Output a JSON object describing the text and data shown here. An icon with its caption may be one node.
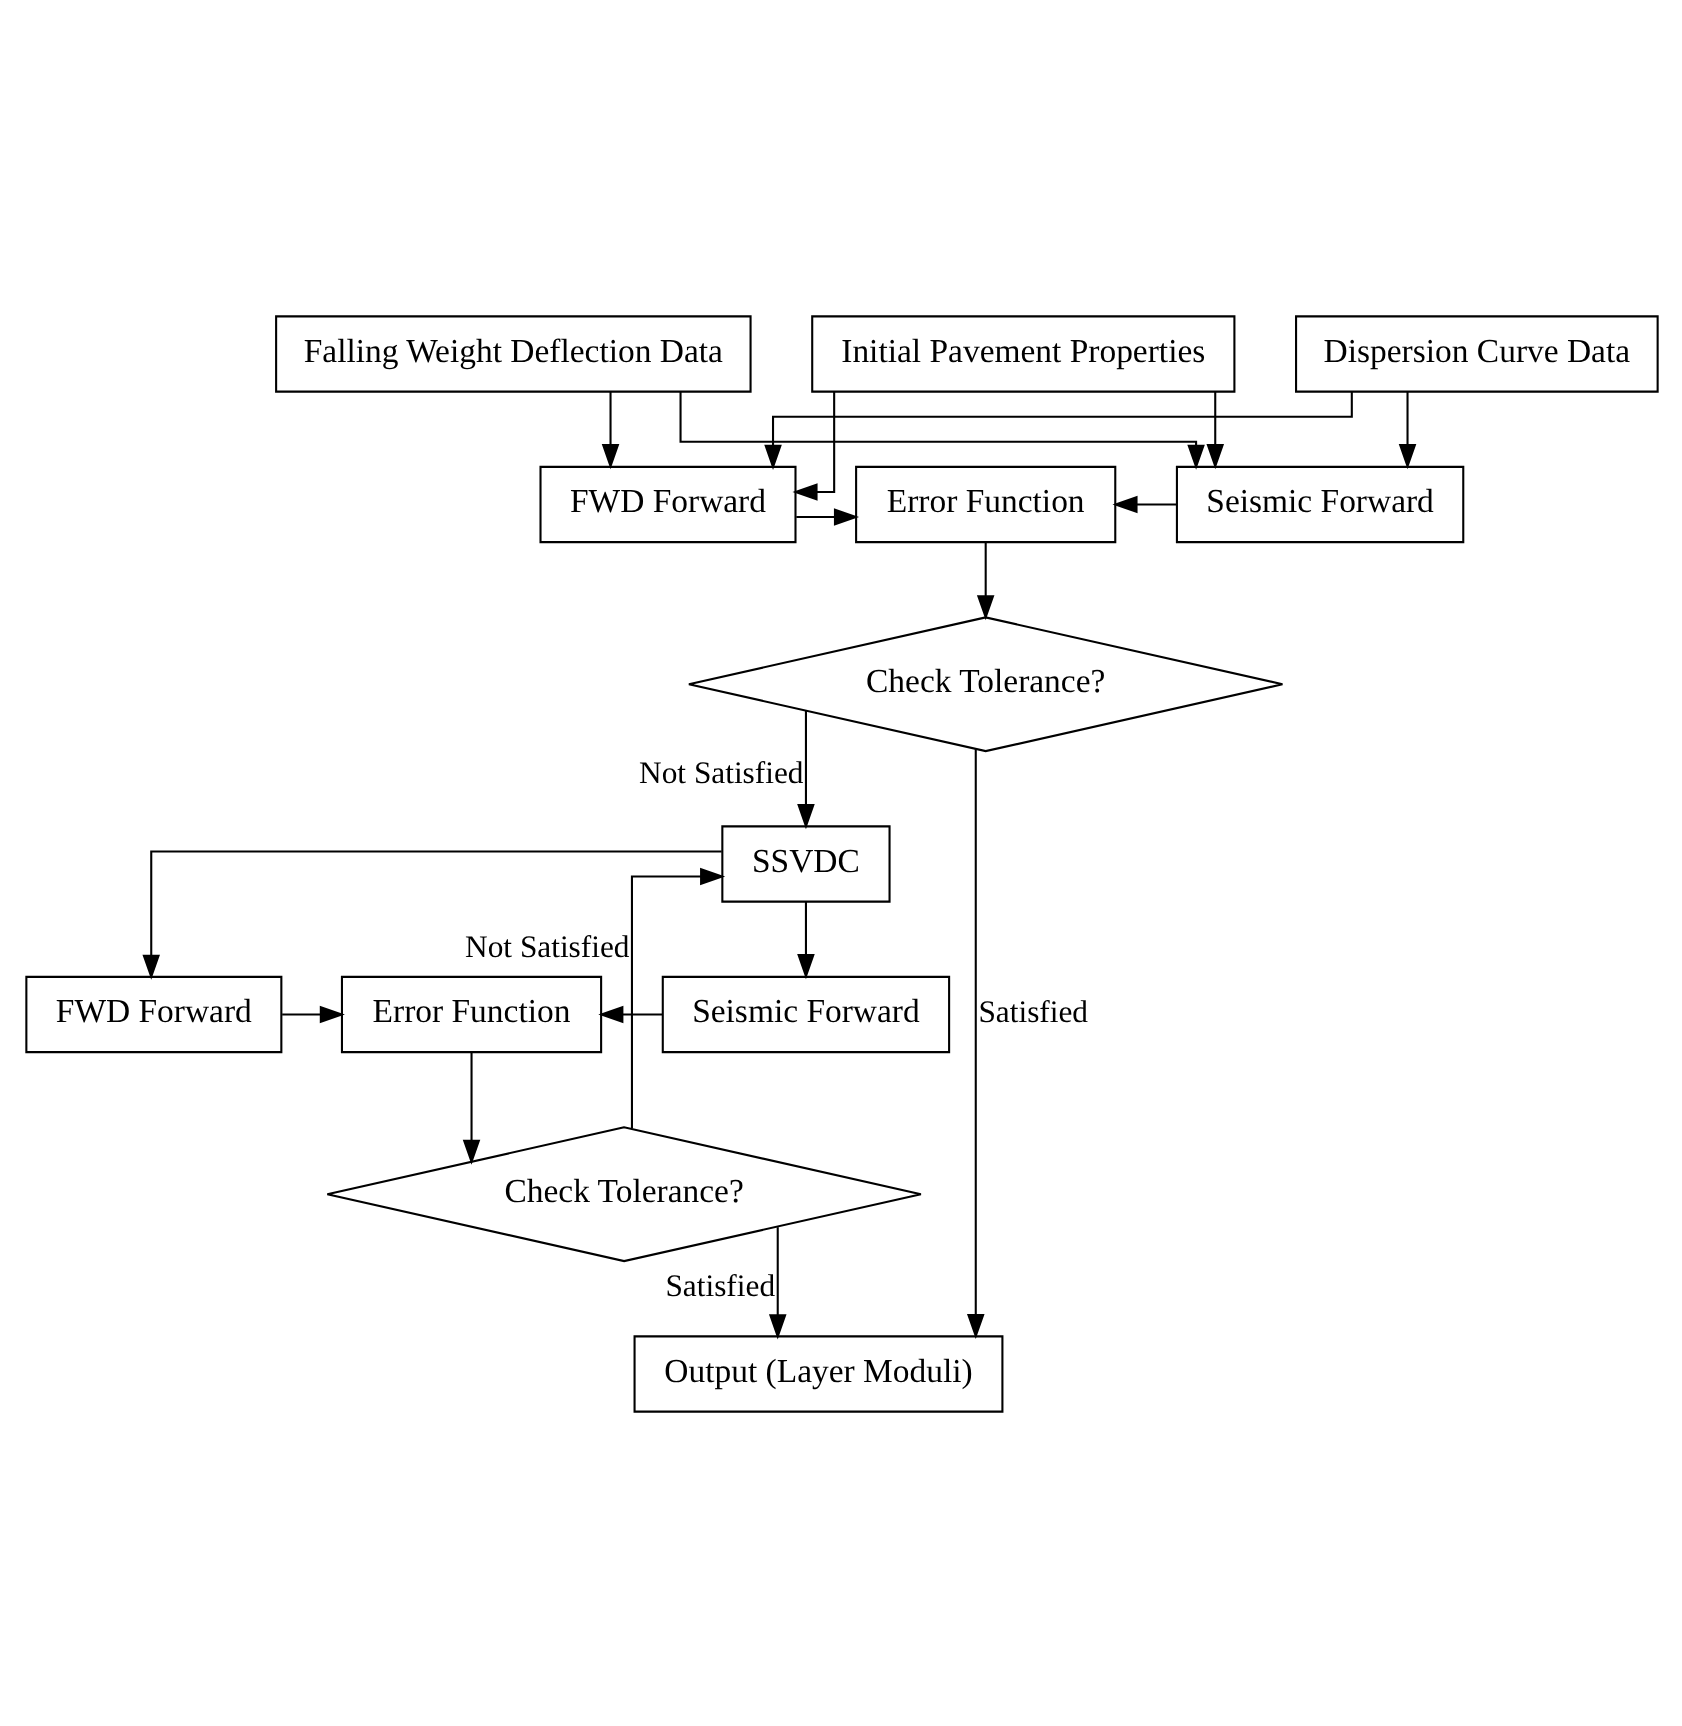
{
  "diagram": {
    "nodes": [
      {
        "text": [
          "Falling Weight Deflection Data"
        ]
      },
      {
        "text": [
          "Initial Pavement Properties"
        ]
      },
      {
        "text": [
          "Dispersion Curve Data"
        ]
      },
      {
        "text": [
          "FWD Forward"
        ]
      },
      {
        "text": [
          "Error Function"
        ]
      },
      {
        "text": [
          "Seismic Forward"
        ]
      },
      {
        "text": [
          "Check Tolerance?"
        ]
      },
      {
        "text": [
          "SSVDC"
        ]
      },
      {
        "text": [
          "FWD Forward"
        ]
      },
      {
        "text": [
          "Error Function"
        ]
      },
      {
        "text": [
          "Seismic Forward"
        ]
      },
      {
        "text": [
          "Check Tolerance?"
        ]
      },
      {
        "text": [
          "Output (Layer Moduli)"
        ]
      }
    ],
    "edges": [
      {
        "from": 0,
        "to": 3,
        "arrow": "to"
      },
      {
        "from": 0,
        "to": 5,
        "arrow": "to"
      },
      {
        "from": 1,
        "to": 3,
        "arrow": "to"
      },
      {
        "from": 1,
        "to": 5,
        "arrow": "to"
      },
      {
        "from": 2,
        "to": 3,
        "arrow": "to"
      },
      {
        "from": 2,
        "to": 5,
        "arrow": "to"
      },
      {
        "from": 3,
        "to": 4,
        "arrow": "to"
      },
      {
        "from": 5,
        "to": 4,
        "arrow": "to"
      },
      {
        "from": 4,
        "to": 6,
        "arrow": "to"
      },
      {
        "from": 6,
        "to": 12,
        "label": "Satisfied",
        "arrow": "to"
      },
      {
        "from": 6,
        "to": 7,
        "label": "Not Satisfied",
        "arrow": "to"
      },
      {
        "from": 7,
        "to": 8,
        "arrow": "to"
      },
      {
        "from": 7,
        "to": 10,
        "arrow": "to"
      },
      {
        "from": 8,
        "to": 9,
        "arrow": "to"
      },
      {
        "from": 10,
        "to": 9,
        "arrow": "to"
      },
      {
        "from": 9,
        "to": 11,
        "arrow": "to"
      },
      {
        "from": 11,
        "to": 7,
        "label": "Not Satisfied",
        "arrow": "to"
      },
      {
        "from": 11,
        "to": 12,
        "label": "Satisfied",
        "arrow": "to"
      }
    ]
  }
}
